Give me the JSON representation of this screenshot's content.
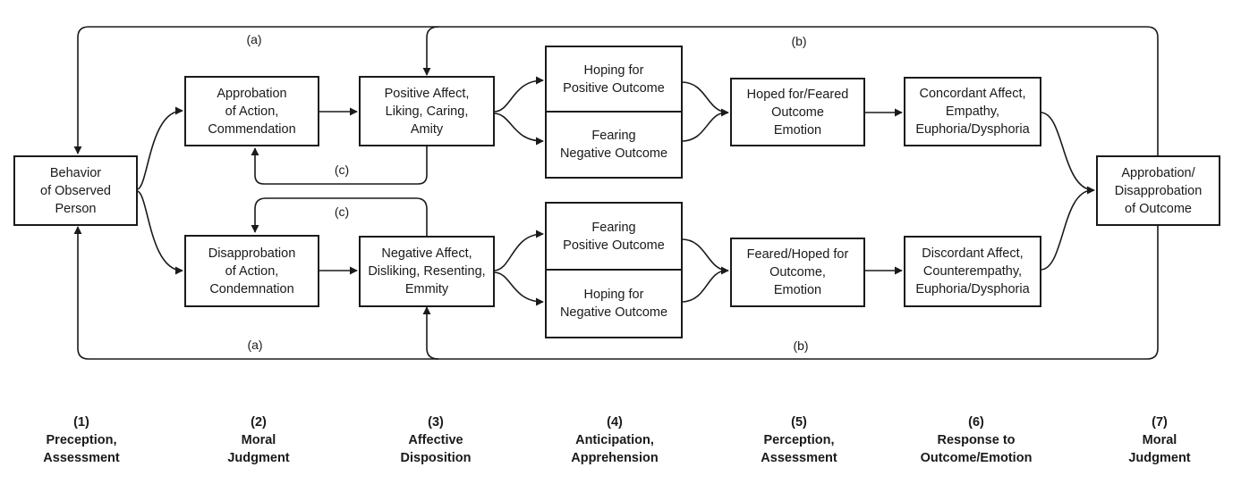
{
  "boxes": {
    "behavior": [
      "Behavior",
      "of Observed",
      "Person"
    ],
    "approbation_action": [
      "Approbation",
      "of Action,",
      "Commendation"
    ],
    "disapprobation_action": [
      "Disapprobation",
      "of Action,",
      "Condemnation"
    ],
    "positive_affect": [
      "Positive Affect,",
      "Liking, Caring,",
      "Amity"
    ],
    "negative_affect": [
      "Negative Affect,",
      "Disliking, Resenting,",
      "Emmity"
    ],
    "hoping_positive": [
      "Hoping for",
      "Positive Outcome"
    ],
    "fearing_negative": [
      "Fearing",
      "Negative Outcome"
    ],
    "fearing_positive": [
      "Fearing",
      "Positive Outcome"
    ],
    "hoping_negative": [
      "Hoping for",
      "Negative Outcome"
    ],
    "hoped_feared": [
      "Hoped for/Feared",
      "Outcome",
      "Emotion"
    ],
    "feared_hoped": [
      "Feared/Hoped for",
      "Outcome,",
      "Emotion"
    ],
    "concordant": [
      "Concordant Affect,",
      "Empathy,",
      "Euphoria/Dysphoria"
    ],
    "discordant": [
      "Discordant Affect,",
      "Counterempathy,",
      "Euphoria/Dysphoria"
    ],
    "approbation_outcome": [
      "Approbation/",
      "Disapprobation",
      "of Outcome"
    ]
  },
  "path_labels": {
    "a_top": "(a)",
    "b_top": "(b)",
    "c_top": "(c)",
    "c_bottom": "(c)",
    "a_bottom": "(a)",
    "b_bottom": "(b)"
  },
  "stages": [
    {
      "number": "(1)",
      "line1": "Preception,",
      "line2": "Assessment"
    },
    {
      "number": "(2)",
      "line1": "Moral",
      "line2": "Judgment"
    },
    {
      "number": "(3)",
      "line1": "Affective",
      "line2": "Disposition"
    },
    {
      "number": "(4)",
      "line1": "Anticipation,",
      "line2": "Apprehension"
    },
    {
      "number": "(5)",
      "line1": "Perception,",
      "line2": "Assessment"
    },
    {
      "number": "(6)",
      "line1": "Response to",
      "line2": "Outcome/Emotion"
    },
    {
      "number": "(7)",
      "line1": "Moral",
      "line2": "Judgment"
    }
  ],
  "colors": {
    "ink": "#1a1a1a",
    "background": "#ffffff"
  }
}
